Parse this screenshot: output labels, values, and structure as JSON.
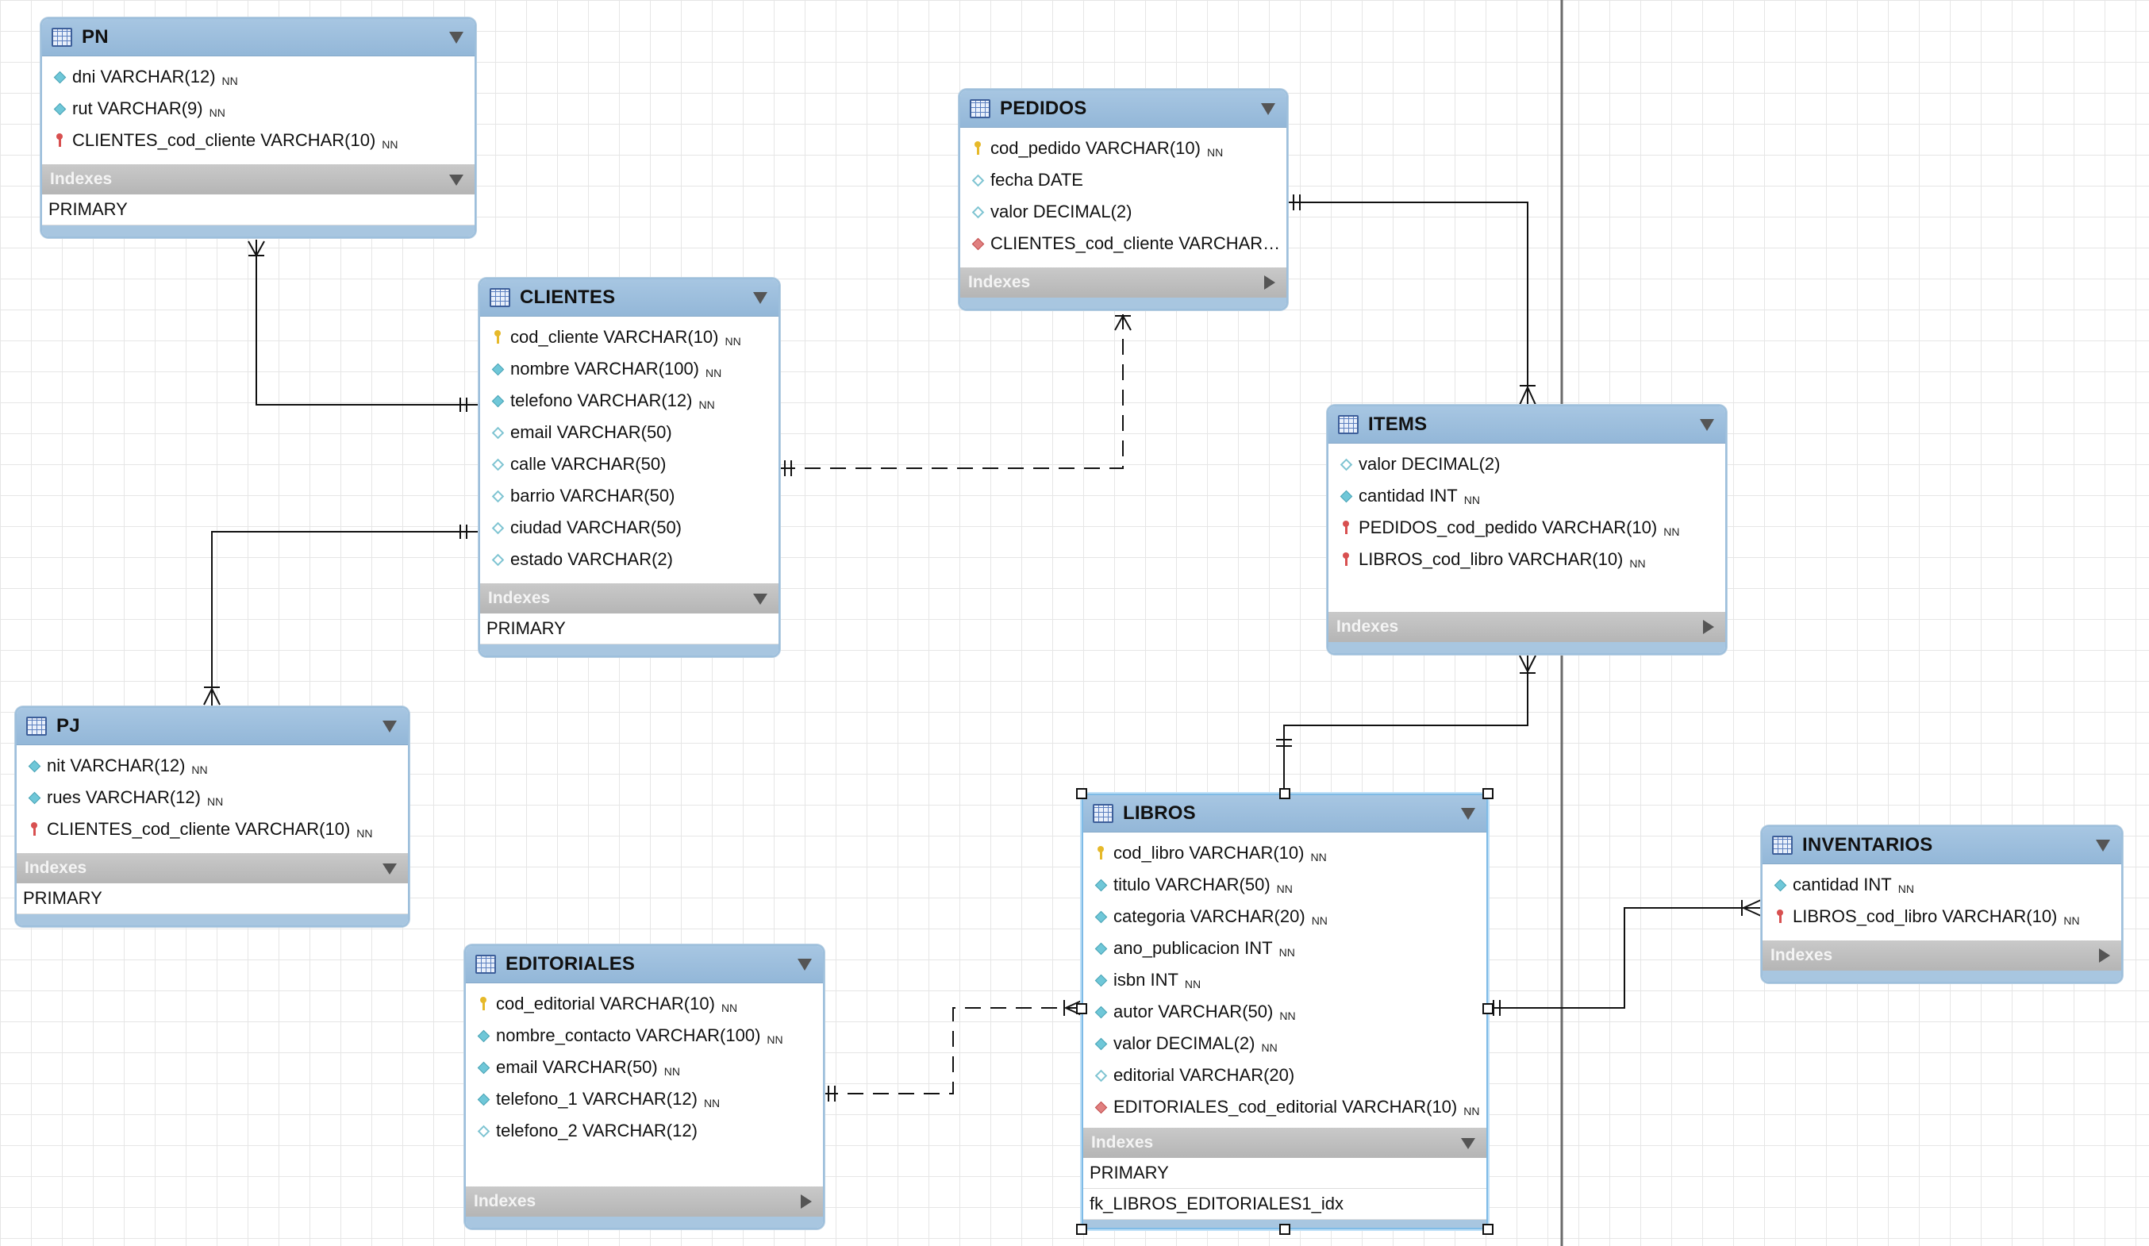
{
  "tables": {
    "pn": {
      "name": "PN",
      "columns": [
        {
          "text": "dni VARCHAR(12)",
          "nn": "NN",
          "icon": "diamond-filled"
        },
        {
          "text": "rut VARCHAR(9)",
          "nn": "NN",
          "icon": "diamond-filled"
        },
        {
          "text": "CLIENTES_cod_cliente VARCHAR(10)",
          "nn": "NN",
          "icon": "key-red"
        }
      ],
      "indexes_label": "Indexes",
      "indexes": [
        "PRIMARY"
      ]
    },
    "clientes": {
      "name": "CLIENTES",
      "columns": [
        {
          "text": "cod_cliente VARCHAR(10)",
          "nn": "NN",
          "icon": "key-yellow"
        },
        {
          "text": "nombre VARCHAR(100)",
          "nn": "NN",
          "icon": "diamond-filled"
        },
        {
          "text": "telefono VARCHAR(12)",
          "nn": "NN",
          "icon": "diamond-filled"
        },
        {
          "text": "email VARCHAR(50)",
          "nn": "",
          "icon": "diamond-empty"
        },
        {
          "text": "calle VARCHAR(50)",
          "nn": "",
          "icon": "diamond-empty"
        },
        {
          "text": "barrio VARCHAR(50)",
          "nn": "",
          "icon": "diamond-empty"
        },
        {
          "text": "ciudad VARCHAR(50)",
          "nn": "",
          "icon": "diamond-empty"
        },
        {
          "text": "estado VARCHAR(2)",
          "nn": "",
          "icon": "diamond-empty"
        }
      ],
      "indexes_label": "Indexes",
      "indexes": [
        "PRIMARY"
      ]
    },
    "pedidos": {
      "name": "PEDIDOS",
      "columns": [
        {
          "text": "cod_pedido VARCHAR(10)",
          "nn": "NN",
          "icon": "key-yellow"
        },
        {
          "text": "fecha DATE",
          "nn": "",
          "icon": "diamond-empty"
        },
        {
          "text": "valor DECIMAL(2)",
          "nn": "",
          "icon": "diamond-empty"
        },
        {
          "text": "CLIENTES_cod_cliente VARCHAR…",
          "nn": "",
          "icon": "diamond-red"
        }
      ],
      "indexes_label": "Indexes"
    },
    "items": {
      "name": "ITEMS",
      "columns": [
        {
          "text": "valor DECIMAL(2)",
          "nn": "",
          "icon": "diamond-empty"
        },
        {
          "text": "cantidad INT",
          "nn": "NN",
          "icon": "diamond-filled"
        },
        {
          "text": "PEDIDOS_cod_pedido VARCHAR(10)",
          "nn": "NN",
          "icon": "key-red"
        },
        {
          "text": "LIBROS_cod_libro VARCHAR(10)",
          "nn": "NN",
          "icon": "key-red"
        }
      ],
      "indexes_label": "Indexes"
    },
    "pj": {
      "name": "PJ",
      "columns": [
        {
          "text": "nit VARCHAR(12)",
          "nn": "NN",
          "icon": "diamond-filled"
        },
        {
          "text": "rues VARCHAR(12)",
          "nn": "NN",
          "icon": "diamond-filled"
        },
        {
          "text": "CLIENTES_cod_cliente VARCHAR(10)",
          "nn": "NN",
          "icon": "key-red"
        }
      ],
      "indexes_label": "Indexes",
      "indexes": [
        "PRIMARY"
      ]
    },
    "editoriales": {
      "name": "EDITORIALES",
      "columns": [
        {
          "text": "cod_editorial VARCHAR(10)",
          "nn": "NN",
          "icon": "key-yellow"
        },
        {
          "text": "nombre_contacto VARCHAR(100)",
          "nn": "NN",
          "icon": "diamond-filled"
        },
        {
          "text": "email VARCHAR(50)",
          "nn": "NN",
          "icon": "diamond-filled"
        },
        {
          "text": "telefono_1 VARCHAR(12)",
          "nn": "NN",
          "icon": "diamond-filled"
        },
        {
          "text": "telefono_2 VARCHAR(12)",
          "nn": "",
          "icon": "diamond-empty"
        }
      ],
      "indexes_label": "Indexes"
    },
    "libros": {
      "name": "LIBROS",
      "columns": [
        {
          "text": "cod_libro VARCHAR(10)",
          "nn": "NN",
          "icon": "key-yellow"
        },
        {
          "text": "titulo VARCHAR(50)",
          "nn": "NN",
          "icon": "diamond-filled"
        },
        {
          "text": "categoria VARCHAR(20)",
          "nn": "NN",
          "icon": "diamond-filled"
        },
        {
          "text": "ano_publicacion INT",
          "nn": "NN",
          "icon": "diamond-filled"
        },
        {
          "text": "isbn INT",
          "nn": "NN",
          "icon": "diamond-filled"
        },
        {
          "text": "autor VARCHAR(50)",
          "nn": "NN",
          "icon": "diamond-filled"
        },
        {
          "text": "valor DECIMAL(2)",
          "nn": "NN",
          "icon": "diamond-filled"
        },
        {
          "text": "editorial VARCHAR(20)",
          "nn": "",
          "icon": "diamond-empty"
        },
        {
          "text": "EDITORIALES_cod_editorial VARCHAR(10)",
          "nn": "NN",
          "icon": "diamond-red"
        }
      ],
      "indexes_label": "Indexes",
      "indexes": [
        "PRIMARY",
        "fk_LIBROS_EDITORIALES1_idx"
      ]
    },
    "inventarios": {
      "name": "INVENTARIOS",
      "columns": [
        {
          "text": "cantidad INT",
          "nn": "NN",
          "icon": "diamond-filled"
        },
        {
          "text": "LIBROS_cod_libro VARCHAR(10)",
          "nn": "NN",
          "icon": "key-red"
        }
      ],
      "indexes_label": "Indexes"
    }
  },
  "colors": {
    "header": "#9dbfdc",
    "grid": "#e6e6e6",
    "indexes_header": "#bdbdbd",
    "connector": "#111111"
  }
}
